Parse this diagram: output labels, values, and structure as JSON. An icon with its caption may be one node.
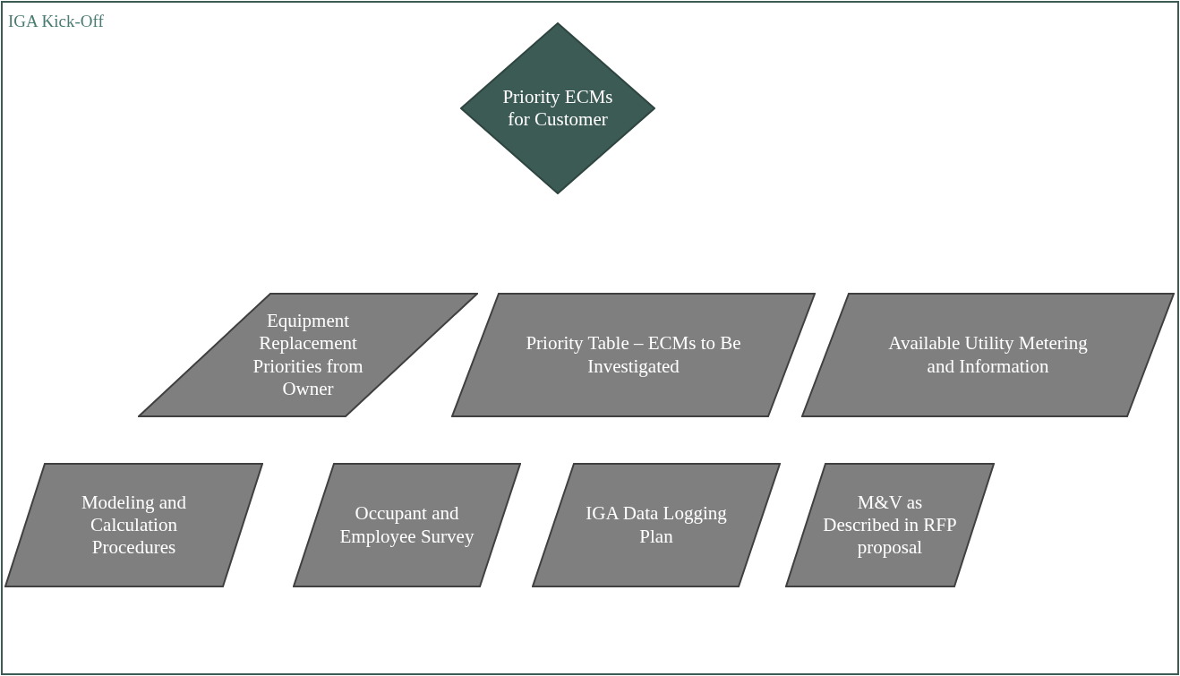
{
  "diagram": {
    "nodes": [
      {
        "text": [
          "IGA Kick-Off"
        ]
      },
      {
        "text": [
          "Priority ECMs for Customer"
        ],
        "in": 0
      },
      {
        "text": [
          "Equipment Replacement Priorities from Owner"
        ],
        "in": 0
      },
      {
        "text": [
          "Priority Table – ECMs to Be Investigated"
        ],
        "in": 0
      },
      {
        "text": [
          "Available Utility Metering and Information"
        ],
        "in": 0
      },
      {
        "text": [
          "Modeling and Calculation Procedures"
        ],
        "in": 0
      },
      {
        "text": [
          "Occupant and Employee Survey"
        ],
        "in": 0
      },
      {
        "text": [
          "IGA Data Logging Plan"
        ],
        "in": 0
      },
      {
        "text": [
          "M&V as Described in RFP proposal"
        ],
        "in": 0
      }
    ]
  }
}
